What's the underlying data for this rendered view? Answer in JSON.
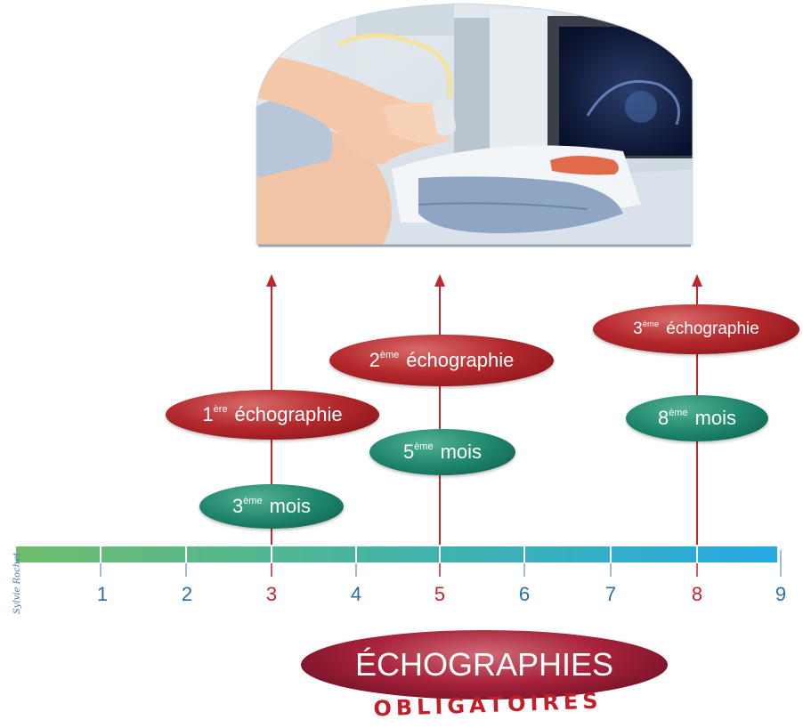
{
  "exams": [
    {
      "label_num": "1",
      "label_sup": "ère",
      "label_word": "échographie",
      "month_num": "3",
      "month_sup": "ème",
      "month_word": "mois"
    },
    {
      "label_num": "2",
      "label_sup": "ème",
      "label_word": "échographie",
      "month_num": "5",
      "month_sup": "ème",
      "month_word": "mois"
    },
    {
      "label_num": "3",
      "label_sup": "ème",
      "label_word": "échographie",
      "month_num": "8",
      "month_sup": "ème",
      "month_word": "mois"
    }
  ],
  "timeline": {
    "ticks": [
      "1",
      "2",
      "3",
      "4",
      "5",
      "6",
      "7",
      "8",
      "9"
    ],
    "highlighted": [
      "3",
      "5",
      "8"
    ]
  },
  "title": "ÉCHOGRAPHIES",
  "subtitle": "OBLIGATOIRES",
  "signature": "Sylvie Rochet",
  "colors": {
    "arrow": "#c0262b",
    "tick_normal": "#2b6ea6",
    "tick_highlight": "#c0262b",
    "bar_start": "#5fb46e",
    "bar_end": "#28a8e0"
  }
}
